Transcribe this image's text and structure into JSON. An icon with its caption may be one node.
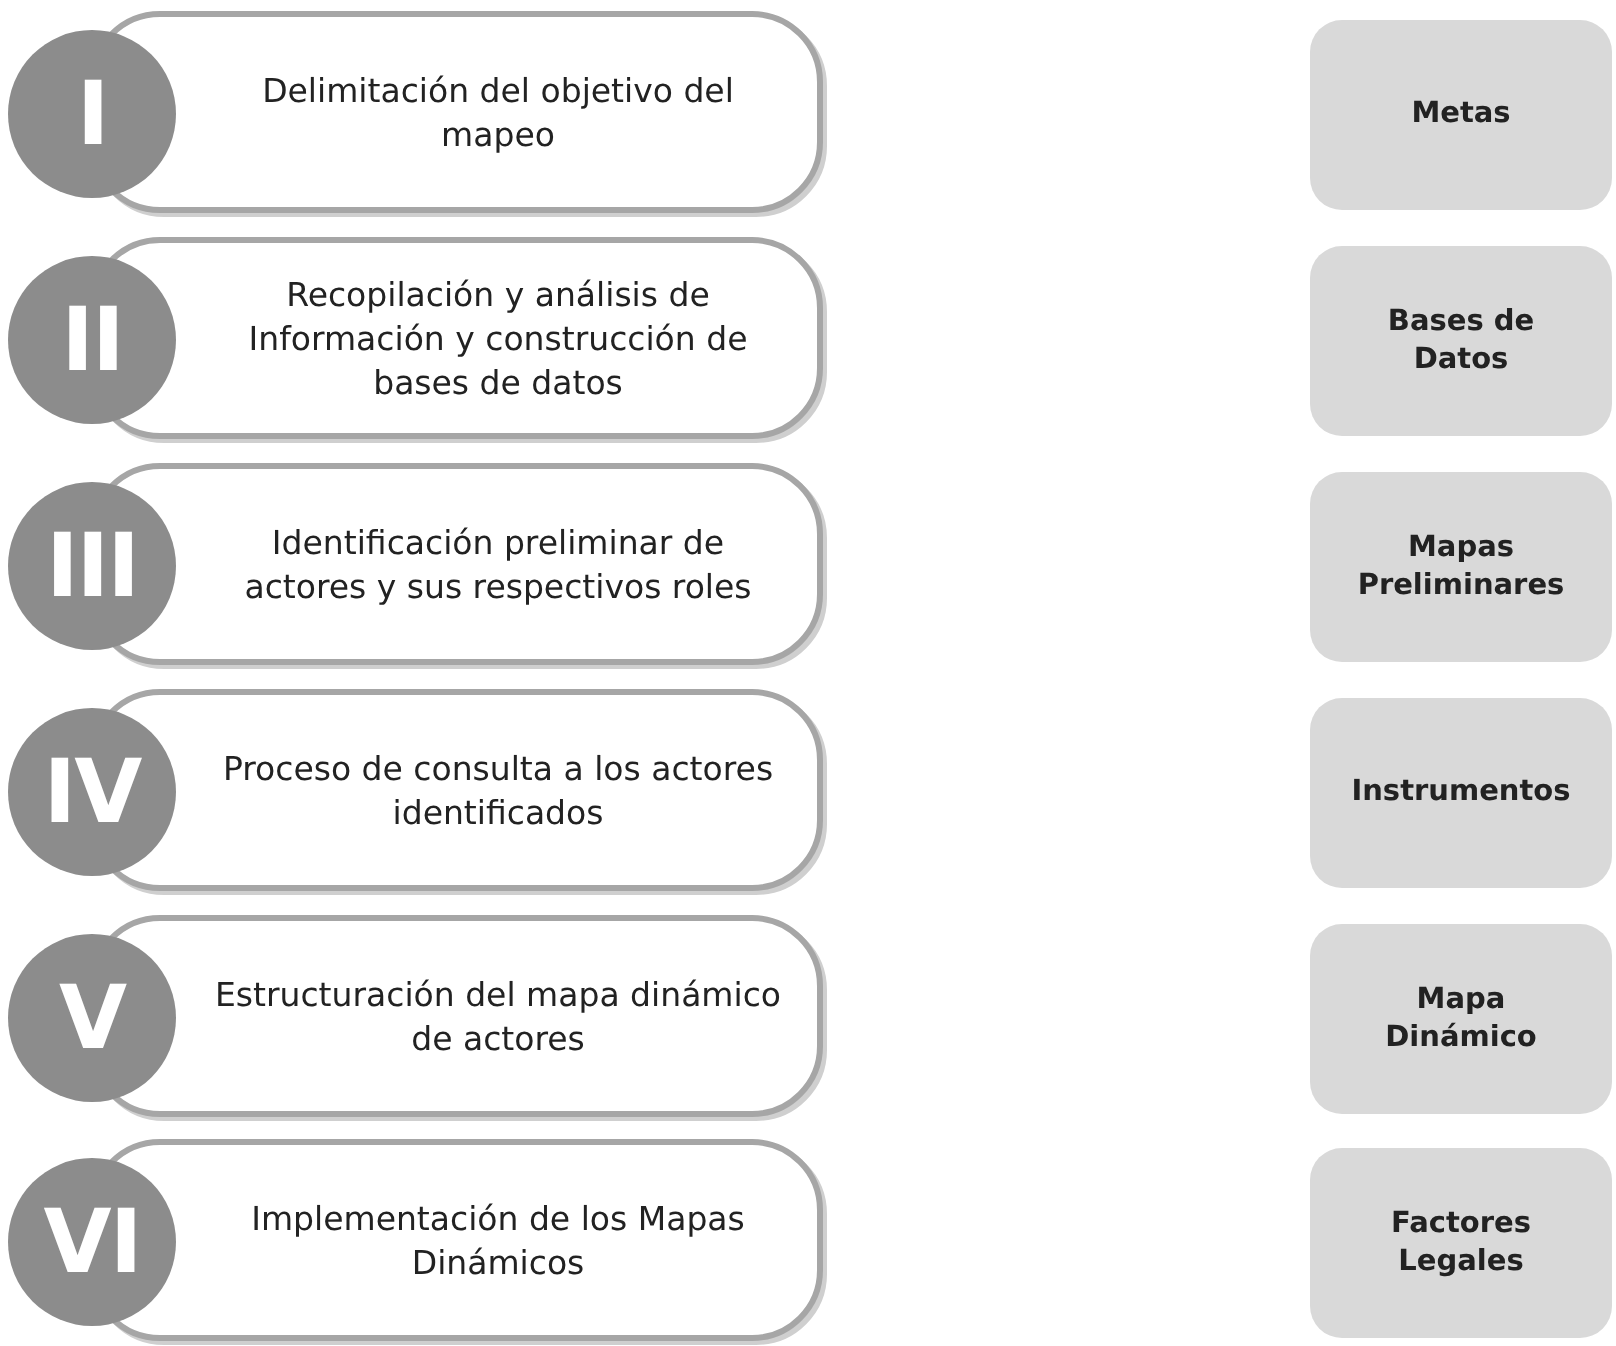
{
  "diagram": {
    "nodes": [
      {
        "text": [
          "I",
          "Delimitación del objetivo del mapeo"
        ]
      },
      {
        "text": [
          "Metas"
        ]
      },
      {
        "text": [
          "II",
          "Recopilación y análisis de Información y construcción de bases de datos"
        ]
      },
      {
        "text": [
          "Bases de Datos"
        ]
      },
      {
        "text": [
          "III",
          "Identificación preliminar de actores y sus respectivos roles"
        ]
      },
      {
        "text": [
          "Mapas Preliminares"
        ]
      },
      {
        "text": [
          "IV",
          "Proceso de consulta a los actores identificados"
        ]
      },
      {
        "text": [
          "Instrumentos"
        ]
      },
      {
        "text": [
          "V",
          "Estructuración del mapa dinámico de actores"
        ]
      },
      {
        "text": [
          "Mapa Dinámico"
        ]
      },
      {
        "text": [
          "VI",
          "Implementación de los Mapas Dinámicos"
        ]
      },
      {
        "text": [
          "Factores Legales"
        ]
      }
    ],
    "edges": []
  }
}
